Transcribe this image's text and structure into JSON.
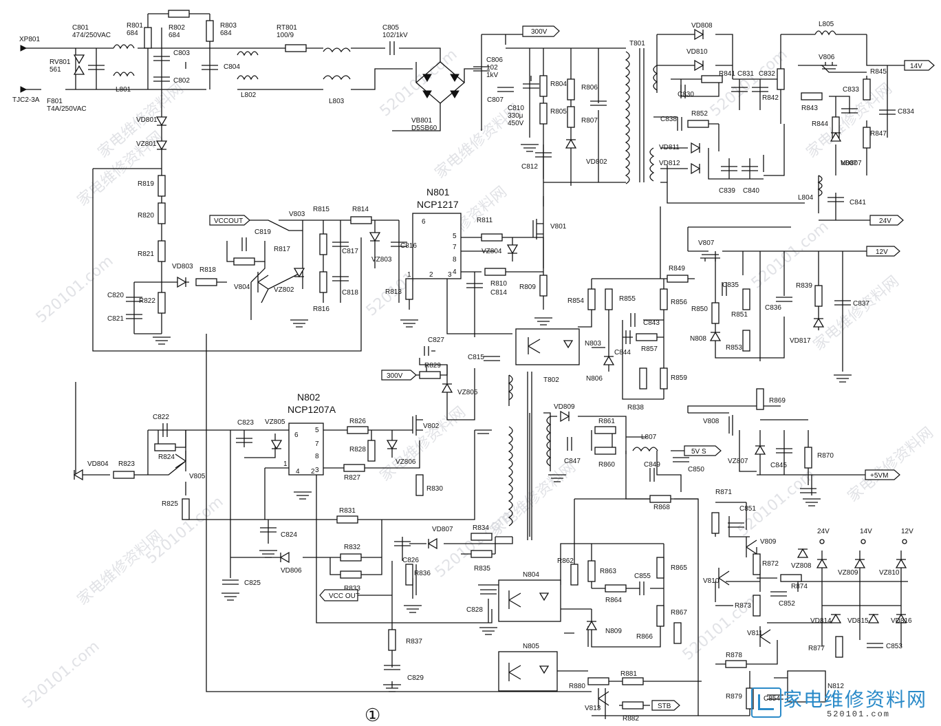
{
  "terminals": {
    "in1": "XP801",
    "in2": "TJC2-3A"
  },
  "outputs": {
    "v300a": "300V",
    "v300b": "300V",
    "v14": "14V",
    "v24": "24V",
    "v12": "12V",
    "v5s": "5V S",
    "v5m": "+5VM",
    "stb": "STB",
    "vccout": "VCCOUT",
    "vccout2": "VCC OUT"
  },
  "ics": {
    "n801": "N801",
    "n801_type": "NCP1217",
    "n802": "N802",
    "n802_type": "NCP1207A",
    "n801_pins": [
      "6",
      "5",
      "7",
      "8",
      "1",
      "2",
      "3",
      "4"
    ],
    "n802_pins": [
      "6",
      "5",
      "7",
      "8",
      "1",
      "4",
      "2",
      "3"
    ]
  },
  "labels": [
    [
      "C801",
      "474/250VAC"
    ],
    [
      "RV801",
      "561"
    ],
    [
      "F801",
      "T4A/250VAC"
    ],
    [
      "R801",
      "684"
    ],
    [
      "R802",
      "684"
    ],
    [
      "R803",
      "684"
    ],
    [
      "RT801",
      "100/9"
    ],
    [
      "C805",
      "102/1kV"
    ],
    [
      "C806",
      "102",
      "1kV"
    ],
    [
      "C810",
      "330μ",
      "450V"
    ],
    [
      "VB801",
      "D5SB60"
    ]
  ],
  "refs": [
    "L801",
    "C803",
    "C802",
    "C804",
    "L802",
    "L803",
    "T801",
    "C807",
    "R804",
    "R805",
    "R806",
    "R807",
    "VD802",
    "C812",
    "VD801",
    "VZ801",
    "R819",
    "R820",
    "R821",
    "VD803",
    "R818",
    "R822",
    "C820",
    "C821",
    "V803",
    "C819",
    "R817",
    "V804",
    "VZ802",
    "R815",
    "R816",
    "R814",
    "C817",
    "C818",
    "VZ803",
    "C816",
    "R813",
    "R811",
    "VZ804",
    "R810",
    "C814",
    "R809",
    "V801",
    "VD808",
    "VD810",
    "C830",
    "R841",
    "C831",
    "C832",
    "R842",
    "L805",
    "V806",
    "R845",
    "C833",
    "R843",
    "R844",
    "VD807",
    "C834",
    "R847",
    "N807",
    "C838",
    "R852",
    "VD811",
    "VD812",
    "C839",
    "C840",
    "L804",
    "C841",
    "V807",
    "R849",
    "C835",
    "R851",
    "R850",
    "N808",
    "R853",
    "C836",
    "R839",
    "VD817",
    "C837",
    "R854",
    "R855",
    "R856",
    "C843",
    "C844",
    "R857",
    "N803",
    "N806",
    "R859",
    "R838",
    "T802",
    "C827",
    "R829",
    "VZ805",
    "C815",
    "C822",
    "R824",
    "VD804",
    "R823",
    "V805",
    "R825",
    "C823",
    "VZ805",
    "R826",
    "R828",
    "VZ806",
    "V802",
    "R827",
    "R830",
    "R831",
    "C824",
    "C825",
    "VD806",
    "R832",
    "R833",
    "R834",
    "C826",
    "VD807",
    "R835",
    "R836",
    "C828",
    "R837",
    "C829",
    "N804",
    "N805",
    "VD809",
    "R861",
    "C847",
    "R860",
    "L807",
    "C849",
    "C850",
    "R868",
    "V808",
    "R869",
    "VZ807",
    "C845",
    "R870",
    "R871",
    "C851",
    "V809",
    "R872",
    "V810",
    "R873",
    "C852",
    "R874",
    "VZ808",
    "VZ809",
    "VZ810",
    "VD814",
    "VD815",
    "VD816",
    "V811",
    "R877",
    "C853",
    "R878",
    "R879",
    "C854",
    "N812",
    "R862",
    "R863",
    "C855",
    "R865",
    "R864",
    "R867",
    "N809",
    "R866",
    "R880",
    "R881",
    "V813",
    "R882",
    "R840"
  ],
  "rails": [
    "24V",
    "14V",
    "12V"
  ],
  "figure": "①",
  "watermark_cn": "家电维修资料网",
  "watermark_url": "520101.com",
  "logo": {
    "cn": "家电维修资料网",
    "url": "520101.com",
    "color": "#2a8ac8"
  }
}
